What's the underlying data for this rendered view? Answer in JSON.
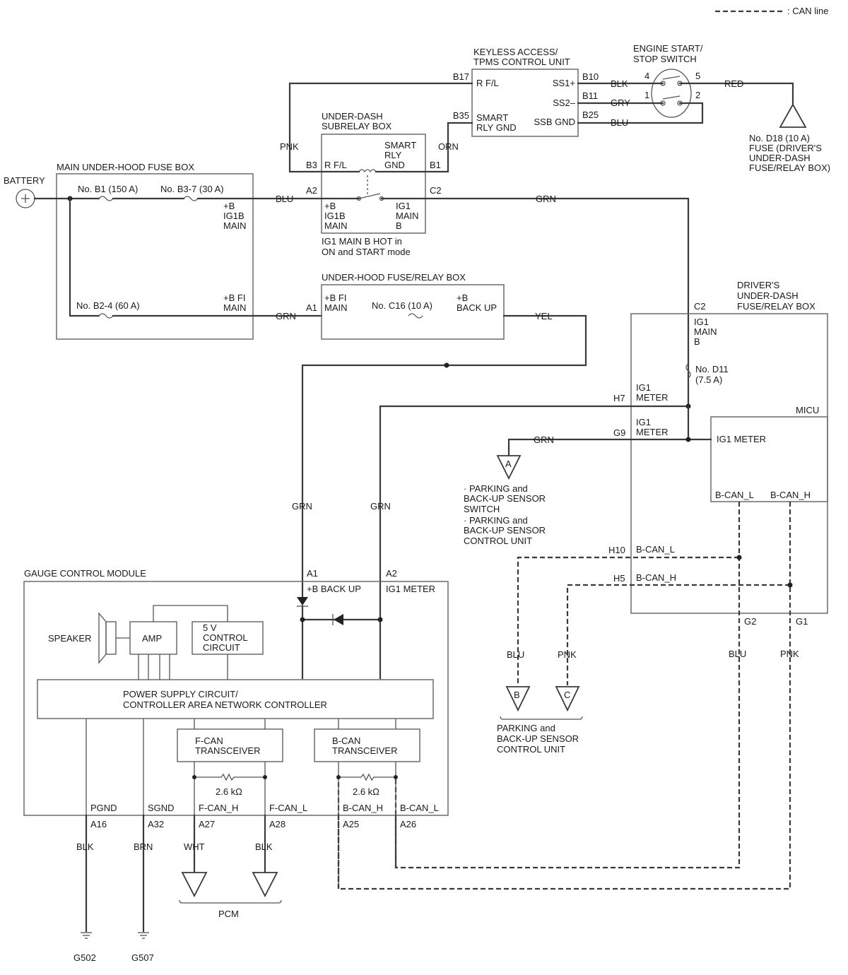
{
  "legend": {
    "can_line": ": CAN line"
  },
  "components": {
    "keyless": {
      "title1": "KEYLESS ACCESS/",
      "title2": "TPMS CONTROL UNIT",
      "rfl": "R F/L",
      "smart_rly_1": "SMART",
      "smart_rly_2": "RLY GND",
      "ss1": "SS1+",
      "ss2": "SS2–",
      "ssb": "SSB GND",
      "b17": "B17",
      "b35": "B35",
      "b10": "B10",
      "b11": "B11",
      "b25": "B25"
    },
    "engine_switch": {
      "title1": "ENGINE START/",
      "title2": "STOP SWITCH",
      "p4": "4",
      "p5": "5",
      "p1": "1",
      "p2": "2"
    },
    "fuse_d18": {
      "l1": "No. D18 (10 A)",
      "l2": "FUSE (DRIVER'S",
      "l3": "UNDER-DASH",
      "l4": "FUSE/RELAY BOX)"
    },
    "subrelay": {
      "title1": "UNDER-DASH",
      "title2": "SUBRELAY BOX",
      "b3": "B3",
      "rfl": "R F/L",
      "smart1": "SMART",
      "smart2": "RLY",
      "smart3": "GND",
      "b1": "B1",
      "a2": "A2",
      "c2": "C2",
      "b_1": "+B",
      "b_2": "IG1B",
      "b_3": "MAIN",
      "ig1_1": "IG1",
      "ig1_2": "MAIN",
      "ig1_3": "B",
      "note1": "IG1 MAIN B HOT in",
      "note2": "ON and START mode"
    },
    "battery": {
      "label": "BATTERY"
    },
    "main_fuse": {
      "title": "MAIN UNDER-HOOD FUSE BOX",
      "b1": "No. B1 (150 A)",
      "b37": "No. B3-7 (30 A)",
      "ig1b_1": "+B",
      "ig1b_2": "IG1B",
      "ig1b_3": "MAIN",
      "b24": "No. B2-4 (60 A)",
      "fi_1": "+B FI",
      "fi_2": "MAIN"
    },
    "uh_relay": {
      "title": "UNDER-HOOD FUSE/RELAY BOX",
      "a1": "A1",
      "fi_1": "+B FI",
      "fi_2": "MAIN",
      "c16": "No. C16 (10 A)",
      "bu_1": "+B",
      "bu_2": "BACK UP"
    },
    "driver_box": {
      "t1": "DRIVER'S",
      "t2": "UNDER-DASH",
      "t3": "FUSE/RELAY BOX",
      "c2": "C2",
      "ig1m_1": "IG1",
      "ig1m_2": "MAIN",
      "ig1m_3": "B",
      "d11_1": "No. D11",
      "d11_2": "(7.5 A)",
      "h7": "H7",
      "h7_1": "IG1",
      "h7_2": "METER",
      "g9": "G9",
      "g9_1": "IG1",
      "g9_2": "METER",
      "h10": "H10",
      "h10_l": "B-CAN_L",
      "h5": "H5",
      "h5_l": "B-CAN_H",
      "g2": "G2",
      "g1": "G1"
    },
    "micu": {
      "title": "MICU",
      "ig1": "IG1 METER",
      "bcanl": "B-CAN_L",
      "bcanh": "B-CAN_H"
    },
    "conn_a": {
      "letter": "A",
      "l1": "· PARKING and",
      "l2": "BACK-UP SENSOR",
      "l3": "SWITCH",
      "l4": "· PARKING and",
      "l5": "BACK-UP SENSOR",
      "l6": "CONTROL UNIT"
    },
    "conn_bc": {
      "b": "B",
      "c": "C",
      "l1": "PARKING and",
      "l2": "BACK-UP SENSOR",
      "l3": "CONTROL UNIT"
    },
    "gauge": {
      "title": "GAUGE CONTROL MODULE",
      "a1": "A1",
      "a1_l": "+B BACK UP",
      "a2": "A2",
      "a2_l": "IG1 METER",
      "speaker": "SPEAKER",
      "amp": "AMP",
      "ctrl1": "5 V",
      "ctrl2": "CONTROL",
      "ctrl3": "CIRCUIT",
      "psu1": "POWER SUPPLY CIRCUIT/",
      "psu2": "CONTROLLER AREA NETWORK CONTROLLER",
      "fcan1": "F-CAN",
      "fcan2": "TRANSCEIVER",
      "bcan1": "B-CAN",
      "bcan2": "TRANSCEIVER",
      "r1": "2.6 kΩ",
      "r2": "2.6 kΩ",
      "pgnd": "PGND",
      "sgnd": "SGND",
      "fcanh": "F-CAN_H",
      "fcanl": "F-CAN_L",
      "bcanh": "B-CAN_H",
      "bcanl": "B-CAN_L",
      "a16": "A16",
      "a32": "A32",
      "a27": "A27",
      "a28": "A28",
      "a25": "A25",
      "a26": "A26"
    },
    "pcm": {
      "label": "PCM"
    },
    "grounds": {
      "g502": "G502",
      "g507": "G507"
    }
  },
  "wires": {
    "pnk": "PNK",
    "orn": "ORN",
    "blk": "BLK",
    "gry": "GRY",
    "blu": "BLU",
    "red": "RED",
    "blu_main": "BLU",
    "grn_c2": "GRN",
    "grn_fi": "GRN",
    "yel": "YEL",
    "grn_g9": "GRN",
    "grn_a1": "GRN",
    "grn_a2": "GRN",
    "blu_g2": "BLU",
    "pnk_g1": "PNK",
    "blu_b": "BLU",
    "pnk_c": "PNK",
    "blk_a16": "BLK",
    "brn_a32": "BRN",
    "wht_a27": "WHT",
    "blk_a28": "BLK"
  }
}
